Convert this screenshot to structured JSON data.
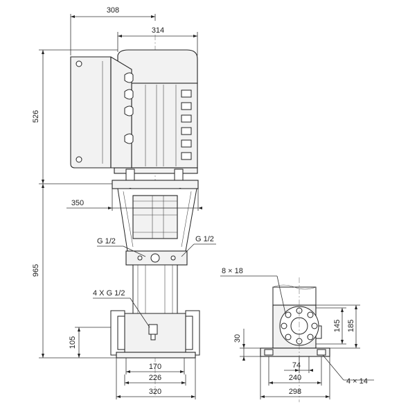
{
  "drawing": {
    "front_view": {
      "dimensions": {
        "width_308": "308",
        "width_314": "314",
        "height_526": "526",
        "width_350": "350",
        "height_965": "965",
        "height_105": "105",
        "width_170": "170",
        "width_226": "226",
        "width_320": "320"
      },
      "labels": {
        "port_left": "G 1/2",
        "port_right": "G 1/2",
        "drain_ports": "4 X G 1/2"
      }
    },
    "base_view": {
      "dimensions": {
        "holes_label": "8 × 18",
        "height_30": "30",
        "height_145": "145",
        "height_185": "185",
        "width_74": "74",
        "width_240": "240",
        "width_298": "298",
        "slots_label": "4 × 14"
      }
    }
  }
}
